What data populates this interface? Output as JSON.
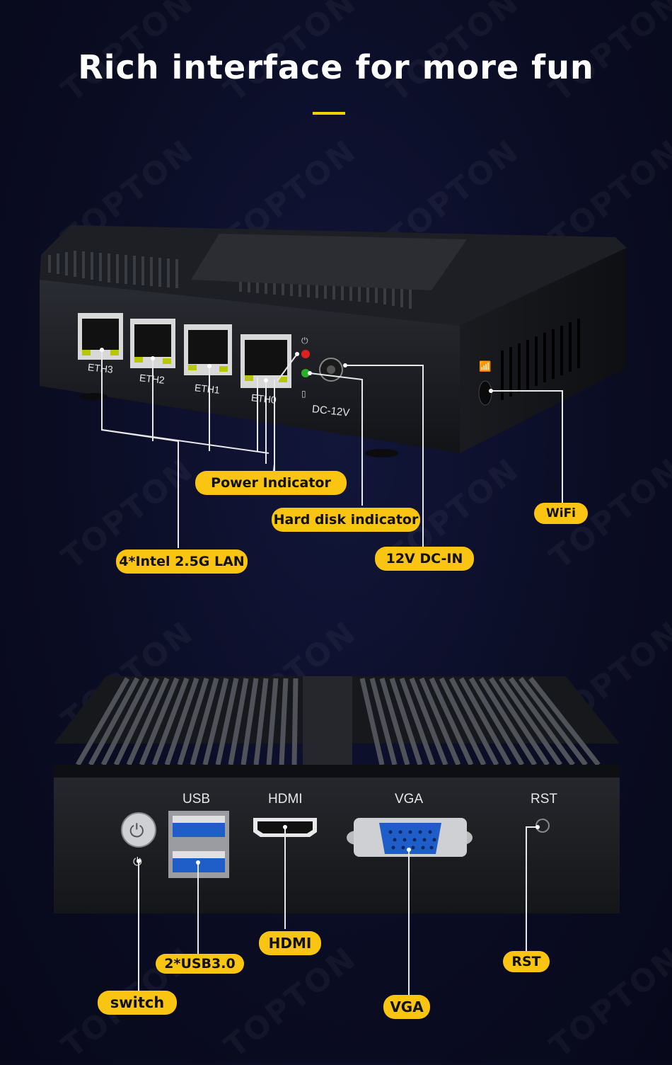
{
  "headline": "Rich interface for more fun",
  "watermark_text": "TOPTON",
  "accent_color": "#f9c512",
  "top_device": {
    "port_labels": [
      "ETH3",
      "ETH2",
      "ETH1",
      "ETH0"
    ],
    "dc_label": "DC-12V",
    "callouts": {
      "power_indicator": "Power Indicator",
      "hdd_indicator": "Hard disk indicator",
      "wifi": "WiFi",
      "lan": "4*Intel 2.5G LAN",
      "dc_in": "12V DC-IN"
    }
  },
  "bottom_device": {
    "port_labels": {
      "usb": "USB",
      "hdmi": "HDMI",
      "vga": "VGA",
      "rst": "RST"
    },
    "callouts": {
      "hdmi": "HDMI",
      "usb": "2*USB3.0",
      "rst": "RST",
      "switch": "switch",
      "vga": "VGA"
    }
  }
}
